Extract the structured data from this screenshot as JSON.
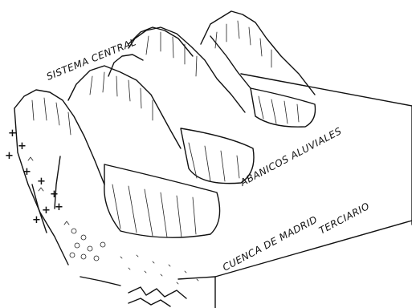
{
  "labels": {
    "sistema_central": "SISTEMA CENTRAL",
    "abanicos_aluviales": "ABANICOS ALUVIALES",
    "cuenca_de_madrid": "CUENCA DE MADRID",
    "terciario": "TERCIARIO"
  },
  "colors": {
    "ink": "#111111",
    "background": "#ffffff"
  }
}
